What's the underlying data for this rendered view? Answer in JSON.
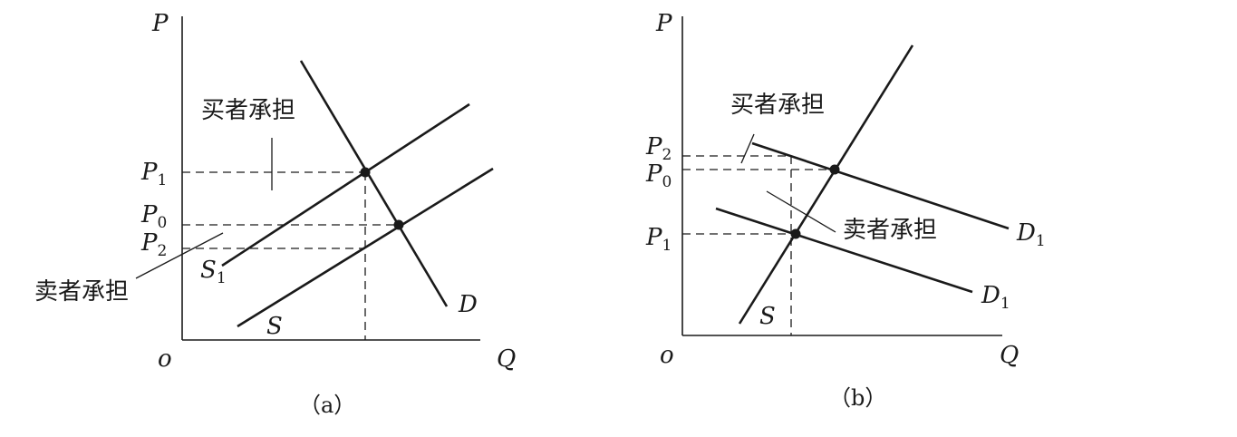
{
  "panel_a": {
    "caption": "（a）",
    "axis_p": "P",
    "axis_q": "Q",
    "origin": "o",
    "p1": {
      "base": "P",
      "sub": "1"
    },
    "p0": {
      "base": "P",
      "sub": "0"
    },
    "p2": {
      "base": "P",
      "sub": "2"
    },
    "buyer_burden": "买者承担",
    "seller_burden": "卖者承担",
    "supply_shifted": {
      "base": "S",
      "sub": "1"
    },
    "supply": "S",
    "demand": "D"
  },
  "panel_b": {
    "caption": "（b）",
    "axis_p": "P",
    "axis_q": "Q",
    "origin": "o",
    "p2": {
      "base": "P",
      "sub": "2"
    },
    "p0": {
      "base": "P",
      "sub": "0"
    },
    "p1": {
      "base": "P",
      "sub": "1"
    },
    "buyer_burden": "买者承担",
    "seller_burden": "卖者承担",
    "demand_upper": {
      "base": "D",
      "sub": "1"
    },
    "demand_lower": {
      "base": "D",
      "sub": "1"
    },
    "supply": "S"
  }
}
